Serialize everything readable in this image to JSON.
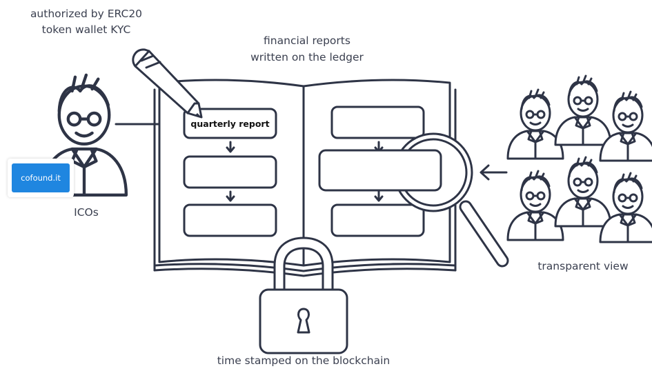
{
  "labels": {
    "kyc_line1": "authorized by ERC20",
    "kyc_line2": "token wallet KYC",
    "ledger_line1": "financial reports",
    "ledger_line2": "written on the ledger",
    "icos": "ICOs",
    "transparent_view": "transparent view",
    "timestamp": "time stamped on the blockchain",
    "report_box": "quarterly report",
    "logo": "cofound.it"
  },
  "icons": [
    "user-icon",
    "pencil-icon",
    "open-book-icon",
    "magnifier-icon",
    "padlock-icon",
    "crowd-icon"
  ],
  "colors": {
    "line": "#2e3446",
    "text": "#3a3f4f",
    "logo_bg": "#1f86e0"
  }
}
